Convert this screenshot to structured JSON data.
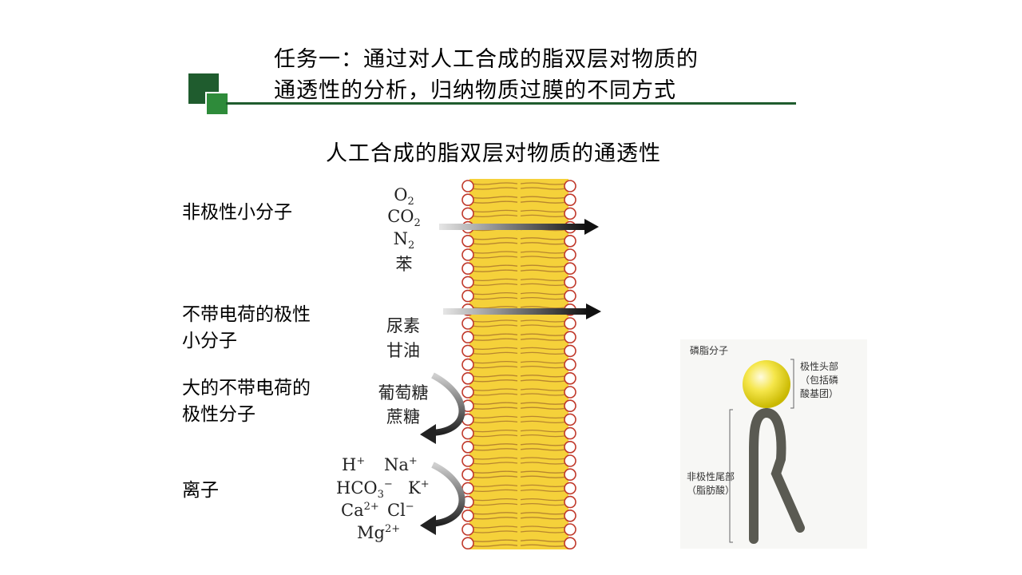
{
  "header": {
    "title_line1": "任务一：通过对人工合成的脂双层对物质的",
    "title_line2": "通透性的分析，归纳物质过膜的不同方式",
    "accent_dark": "#1f5c2e",
    "accent_light": "#2e8b3a"
  },
  "diagram": {
    "subtitle": "人工合成的脂双层对物质的通透性",
    "categories": [
      {
        "label_lines": [
          "非极性小分子"
        ]
      },
      {
        "label_lines": [
          "不带电荷的极性",
          "小分子"
        ]
      },
      {
        "label_lines": [
          "大的不带电荷的",
          "极性分子"
        ]
      },
      {
        "label_lines": [
          "离子"
        ]
      }
    ],
    "molecules": {
      "nonpolar": {
        "o2": "O",
        "o2_sub": "2",
        "co2": "CO",
        "co2_sub": "2",
        "n2": "N",
        "n2_sub": "2",
        "benzene": "苯"
      },
      "polar_small": {
        "urea": "尿素",
        "glycerol": "甘油"
      },
      "polar_large": {
        "glucose": "葡萄糖",
        "sucrose": "蔗糖"
      },
      "ions": {
        "h": "H",
        "h_sup": "+",
        "na": "Na",
        "na_sup": "+",
        "hco3": "HCO",
        "hco3_sub": "3",
        "hco3_sup": "−",
        "k": "K",
        "k_sup": "+",
        "ca": "Ca",
        "ca_sup": "2+",
        "cl": "Cl",
        "cl_sup": "−",
        "mg": "Mg",
        "mg_sup": "2+"
      }
    },
    "bilayer_color": "#f5d13a",
    "head_color": "#c0392b"
  },
  "phospholipid": {
    "title": "磷脂分子",
    "head_label_lines": [
      "极性头部",
      "（包括磷",
      "酸基团）"
    ],
    "tail_label_lines": [
      "非极性尾部",
      "（脂肪酸）"
    ]
  }
}
